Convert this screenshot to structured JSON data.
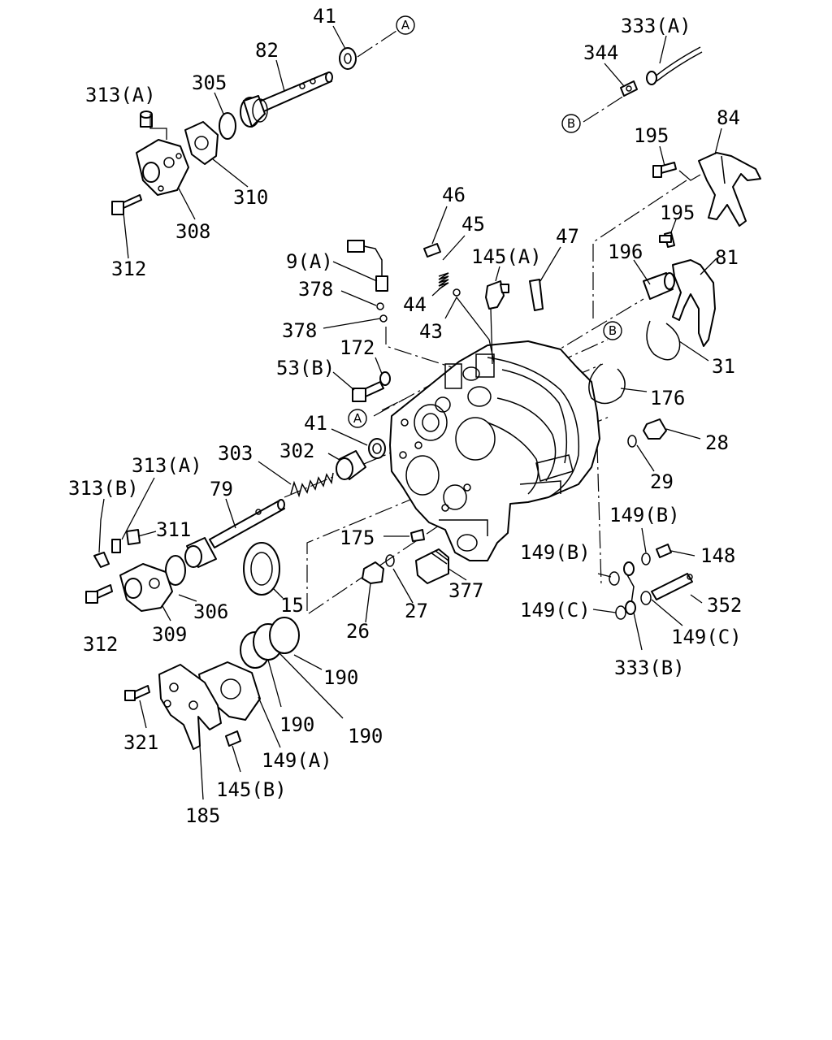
{
  "callouts": {
    "c41_top": "41",
    "c82": "82",
    "c305": "305",
    "c313a_top": "313(A)",
    "c310": "310",
    "c308": "308",
    "c312_top": "312",
    "c333a": "333(A)",
    "c344": "344",
    "c195_top": "195",
    "c84": "84",
    "c195_mid": "195",
    "c46": "46",
    "c45": "45",
    "c47": "47",
    "c145a": "145(A)",
    "c9a": "9(A)",
    "c44": "44",
    "c378_a": "378",
    "c378_b": "378",
    "c43": "43",
    "c196": "196",
    "c81": "81",
    "c31": "31",
    "c172": "172",
    "c53b": "53(B)",
    "c176": "176",
    "c41_mid": "41",
    "c28": "28",
    "c29": "29",
    "c303": "303",
    "c302": "302",
    "c313a_mid": "313(A)",
    "c313b": "313(B)",
    "c79": "79",
    "c311": "311",
    "c175": "175",
    "c149b_a": "149(B)",
    "c149b_b": "149(B)",
    "c148": "148",
    "c377": "377",
    "c312_mid": "312",
    "c306": "306",
    "c309": "309",
    "c15": "15",
    "c26": "26",
    "c27": "27",
    "c149c_a": "149(C)",
    "c352": "352",
    "c149c_b": "149(C)",
    "c333b": "333(B)",
    "c190_a": "190",
    "c190_b": "190",
    "c190_c": "190",
    "c321": "321",
    "c149a": "149(A)",
    "c145b": "145(B)",
    "c185": "185"
  },
  "refs": {
    "a_top": "A",
    "b_top": "B",
    "b_mid": "B",
    "a_mid": "A"
  }
}
